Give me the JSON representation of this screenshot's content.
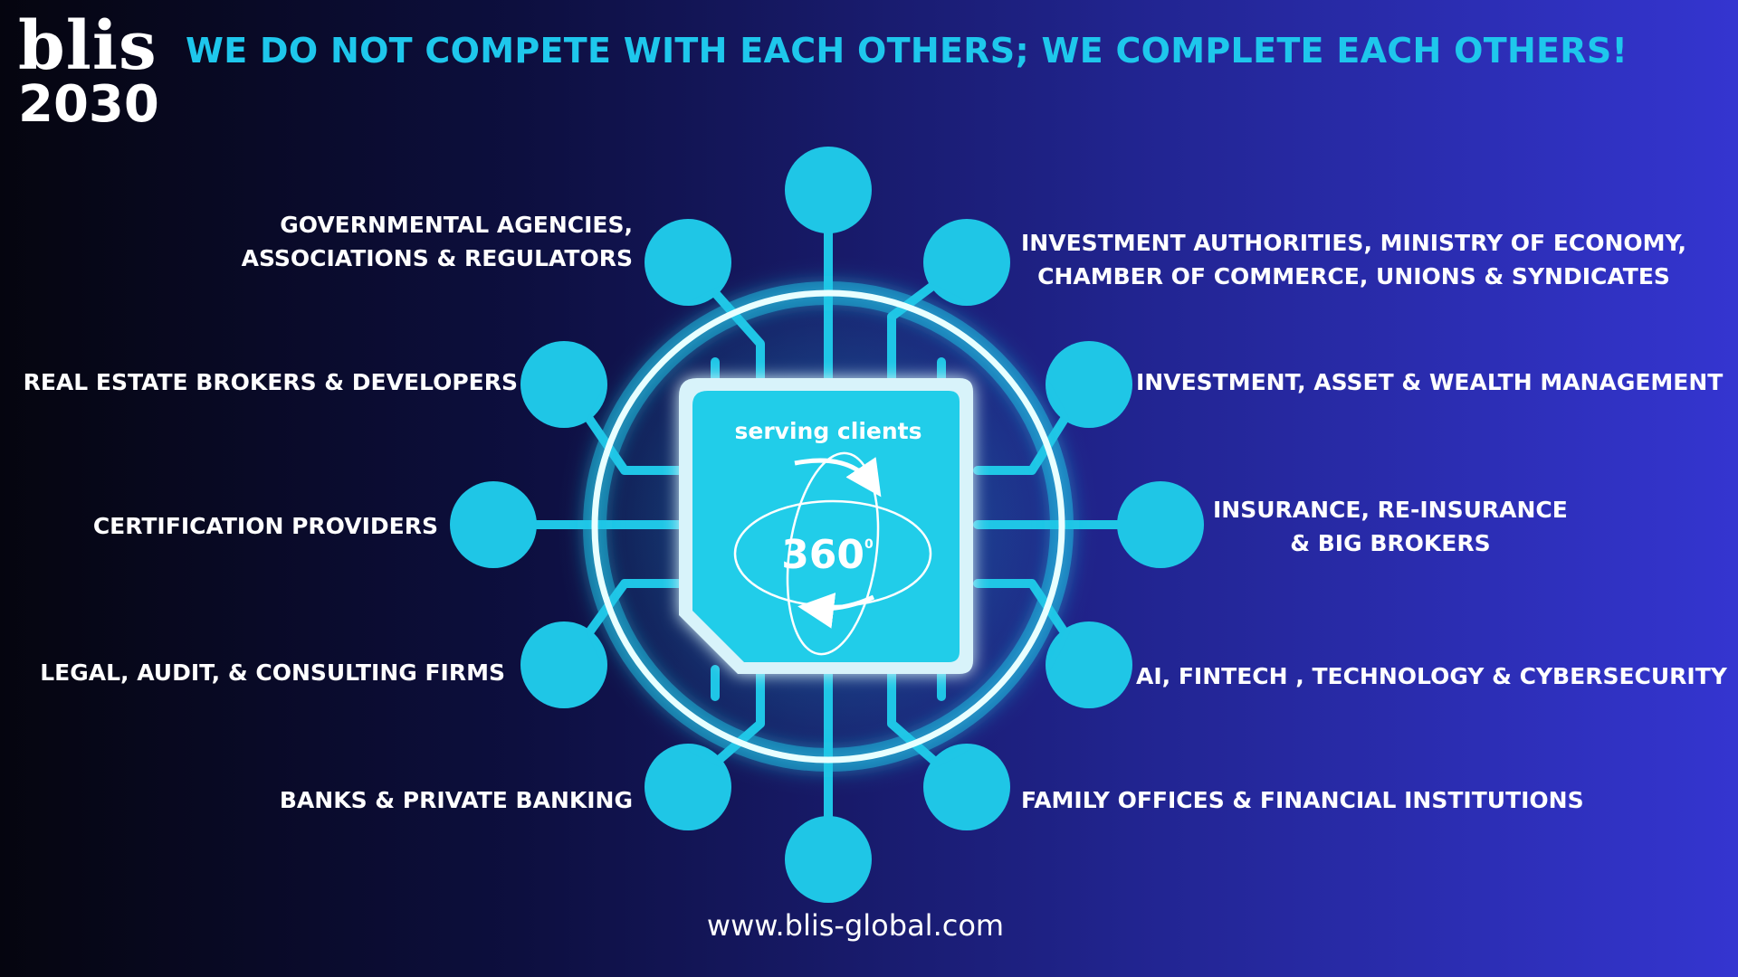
{
  "logo": {
    "word": "blis",
    "year": "2030"
  },
  "headline": "WE DO NOT COMPETE WITH EACH OTHERS; WE COMPLETE EACH OTHERS!",
  "hub": {
    "caption": "serving clients",
    "value": "360",
    "unit": "0"
  },
  "stakeholders": {
    "governmental": [
      "GOVERNMENTAL AGENCIES,",
      "ASSOCIATIONS & REGULATORS"
    ],
    "investment_authorities": [
      "INVESTMENT AUTHORITIES, MINISTRY OF ECONOMY,",
      "CHAMBER  OF COMMERCE, UNIONS & SYNDICATES"
    ],
    "real_estate": "REAL ESTATE BROKERS & DEVELOPERS",
    "wealth_management": "INVESTMENT, ASSET & WEALTH MANAGEMENT",
    "certification": "CERTIFICATION PROVIDERS",
    "insurance": [
      "INSURANCE, RE-INSURANCE",
      "& BIG BROKERS"
    ],
    "legal": "LEGAL, AUDIT, & CONSULTING FIRMS",
    "technology": "AI, FINTECH , TECHNOLOGY & CYBERSECURITY",
    "banks": "BANKS & PRIVATE BANKING",
    "family_offices": "FAMILY OFFICES & FINANCIAL INSTITUTIONS"
  },
  "footer": {
    "url": "www.blis-global.com"
  },
  "colors": {
    "accent": "#1ec7ec",
    "node": "#1fc6e6",
    "ring": "#e8ffff",
    "chip_outer": "#d8f3fa",
    "chip_inner": "#21cde9"
  }
}
